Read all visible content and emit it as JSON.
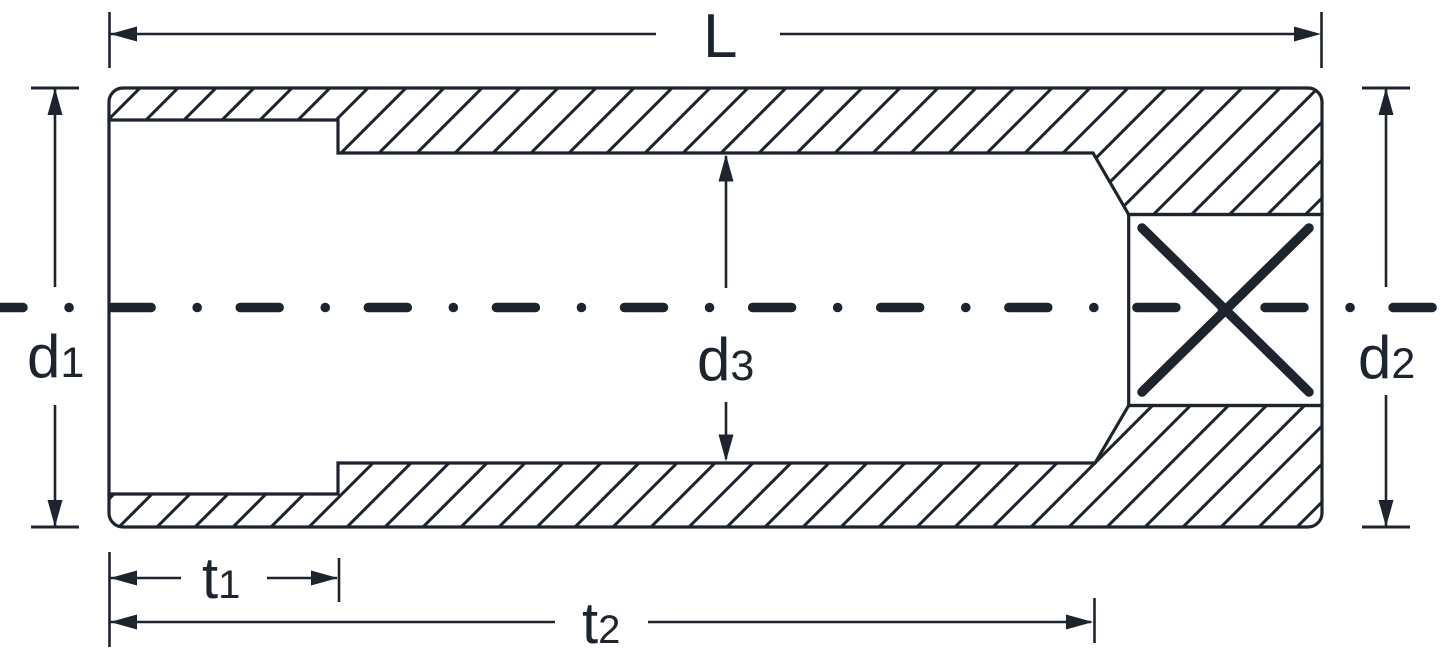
{
  "diagram": {
    "type": "technical-drawing",
    "subject": "deep-socket-cross-section",
    "colors": {
      "ink": "#1d242e",
      "background": "#ffffff"
    },
    "labels": {
      "L": {
        "base": "L",
        "sub": ""
      },
      "d1": {
        "base": "d",
        "sub": "1"
      },
      "d2": {
        "base": "d",
        "sub": "2"
      },
      "d3": {
        "base": "d",
        "sub": "3"
      },
      "t1": {
        "base": "t",
        "sub": "1"
      },
      "t2": {
        "base": "t",
        "sub": "2"
      }
    },
    "symbols": {
      "square_drive_cross": "X",
      "center_line_style": "dash-dot"
    }
  }
}
